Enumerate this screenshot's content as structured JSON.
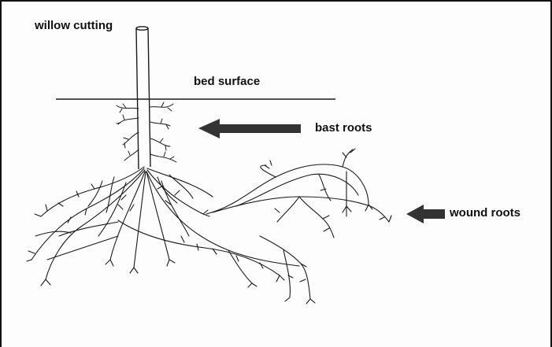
{
  "labels": {
    "willow_cutting": "willow cutting",
    "bed_surface": "bed surface",
    "bast_roots": "bast roots",
    "wound_roots": "wound roots"
  },
  "colors": {
    "ink": "#1a1a1a",
    "arrow": "#333333"
  }
}
